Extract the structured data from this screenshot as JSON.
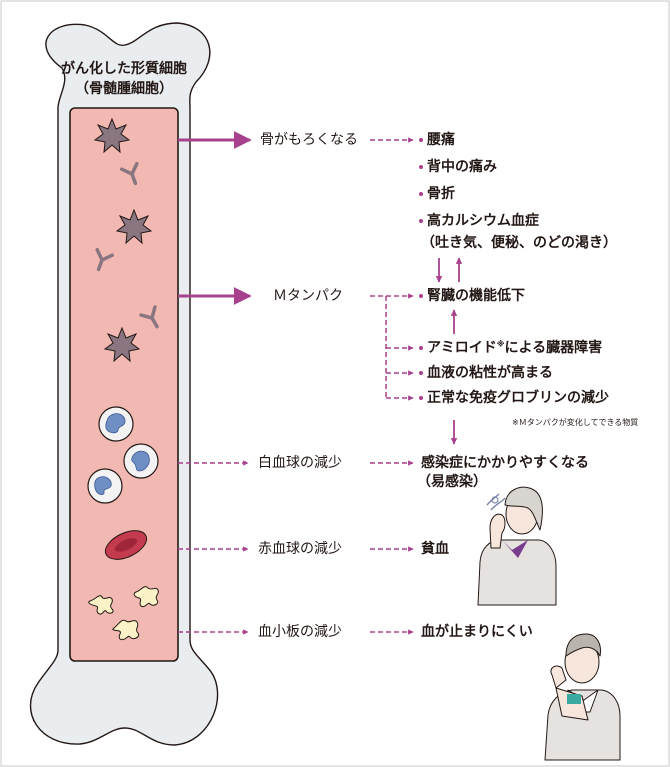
{
  "bone": {
    "title_line1": "がん化した形質細胞",
    "title_line2": "（骨髄腫細胞）"
  },
  "middle": {
    "bone_weak": "骨がもろくなる",
    "m_protein": "Ｍタンパク",
    "wbc": "白血球の減少",
    "rbc": "赤血球の減少",
    "platelet": "血小板の減少"
  },
  "results": {
    "back_pain": "腰痛",
    "back_middle_pain": "背中の痛み",
    "fracture": "骨折",
    "hypercalcemia": "高カルシウム血症",
    "hypercalcemia_sub": "（吐き気、便秘、のどの渇き）",
    "kidney": "腎臓の機能低下",
    "amyloid": "アミロイド",
    "amyloid_mark": "※",
    "amyloid_rest": "による臓器障害",
    "viscosity": "血液の粘性が高まる",
    "globulin": "正常な免疫グロブリンの減少",
    "footnote": "※Ｍタンパクが変化してできる物質",
    "infection": "感染症にかかりやすくなる",
    "infection_sub": "（易感染）",
    "anemia": "貧血",
    "bleeding": "血が止まりにくい"
  },
  "colors": {
    "arrow": "#a8418d",
    "marrow": "#f2b9b3",
    "bone": "#e9edf0",
    "cell": "#8a7680"
  }
}
